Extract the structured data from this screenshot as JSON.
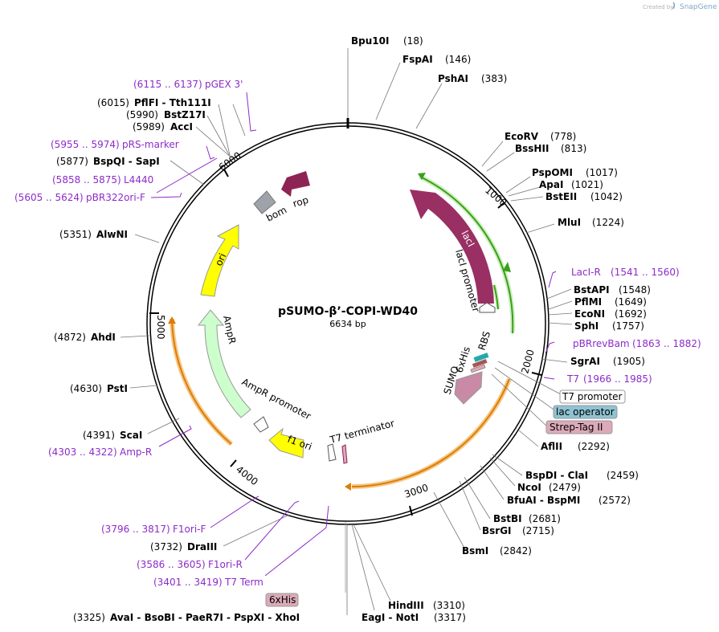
{
  "credit": {
    "prefix": "Created by",
    "brand": "SnapGene"
  },
  "plasmid": {
    "name": "pSUMO-β’-COPI-WD40",
    "length": "6634 bp"
  },
  "ticks": [
    "1000",
    "2000",
    "3000",
    "4000",
    "5000",
    "6000"
  ],
  "sites_right": [
    {
      "name": "Bpu10I",
      "pos": "(18)"
    },
    {
      "name": "FspAI",
      "pos": "(146)"
    },
    {
      "name": "PshAI",
      "pos": "(383)"
    },
    {
      "name": "EcoRV",
      "pos": "(778)"
    },
    {
      "name": "BssHII",
      "pos": "(813)"
    },
    {
      "name": "PspOMI",
      "pos": "(1017)"
    },
    {
      "name": "ApaI",
      "pos": "(1021)"
    },
    {
      "name": "BstEII",
      "pos": "(1042)"
    },
    {
      "name": "MluI",
      "pos": "(1224)"
    },
    {
      "name": "BstAPI",
      "pos": "(1548)"
    },
    {
      "name": "PflMI",
      "pos": "(1649)"
    },
    {
      "name": "EcoNI",
      "pos": "(1692)"
    },
    {
      "name": "SphI",
      "pos": "(1757)"
    },
    {
      "name": "SgrAI",
      "pos": "(1905)"
    },
    {
      "name": "AflII",
      "pos": "(2292)"
    },
    {
      "name": "BspDI - ClaI",
      "pos": "(2459)"
    },
    {
      "name": "NcoI",
      "pos": "(2479)"
    },
    {
      "name": "BfuAI - BspMI",
      "pos": "(2572)"
    },
    {
      "name": "BstBI",
      "pos": "(2681)"
    },
    {
      "name": "BsrGI",
      "pos": "(2715)"
    },
    {
      "name": "BsmI",
      "pos": "(2842)"
    },
    {
      "name": "HindIII",
      "pos": "(3310)"
    },
    {
      "name": "EagI - NotI",
      "pos": "(3317)"
    }
  ],
  "sites_left": [
    {
      "name": "PflFI - Tth111I",
      "pos": "(6015)"
    },
    {
      "name": "BstZ17I",
      "pos": "(5990)"
    },
    {
      "name": "AccI",
      "pos": "(5989)"
    },
    {
      "name": "BspQI - SapI",
      "pos": "(5877)"
    },
    {
      "name": "AlwNI",
      "pos": "(5351)"
    },
    {
      "name": "AhdI",
      "pos": "(4872)"
    },
    {
      "name": "PstI",
      "pos": "(4630)"
    },
    {
      "name": "ScaI",
      "pos": "(4391)"
    },
    {
      "name": "DraIII",
      "pos": "(3732)"
    },
    {
      "name": "AvaI - BsoBI - PaeR7I - PspXI - XhoI",
      "pos": "(3325)"
    }
  ],
  "primers": [
    {
      "name": "pGEX 3'",
      "range": "(6115 .. 6137)"
    },
    {
      "name": "pRS-marker",
      "range": "(5955 .. 5974)"
    },
    {
      "name": "L4440",
      "range": "(5858 .. 5875)"
    },
    {
      "name": "pBR322ori-F",
      "range": "(5605 .. 5624)"
    },
    {
      "name": "LacI-R",
      "range": "(1541 .. 1560)"
    },
    {
      "name": "pBRrevBam",
      "range": "(1863 .. 1882)"
    },
    {
      "name": "T7",
      "range": "(1966 .. 1985)"
    },
    {
      "name": "Amp-R",
      "range": "(4303 .. 4322)"
    },
    {
      "name": "F1ori-F",
      "range": "(3796 .. 3817)"
    },
    {
      "name": "F1ori-R",
      "range": "(3586 .. 3605)"
    },
    {
      "name": "T7 Term",
      "range": "(3401 .. 3419)"
    }
  ],
  "boxed_features": [
    {
      "name": "T7 promoter",
      "color": "#ffffff"
    },
    {
      "name": "lac operator",
      "color": "#8fc3d3"
    },
    {
      "name": "Strep-Tag II",
      "color": "#dcaab9"
    },
    {
      "name": "6xHis",
      "color": "#dcaab9"
    }
  ],
  "features": {
    "lacI": "lacI",
    "lacI_promoter": "lacI promoter",
    "rop": "rop",
    "bom": "bom",
    "ori": "ori",
    "AmpR": "AmpR",
    "AmpR_promoter": "AmpR promoter",
    "f1_ori": "f1 ori",
    "T7_terminator": "T7 terminator",
    "RBS": "RBS",
    "sixHis": "6xHis",
    "SUMO": "SUMO"
  },
  "colors": {
    "lacI": "#9a2f63",
    "rop": "#8e2455",
    "ori": "#ffff00",
    "f1_ori": "#ffff00",
    "AmpR": "#ccffcc",
    "bom": "#9da3a8",
    "SUMO": "#c98aa6",
    "primer": "#8d2bc9",
    "orange_arc": "#e07c00",
    "green_arc": "#3aa01a"
  }
}
